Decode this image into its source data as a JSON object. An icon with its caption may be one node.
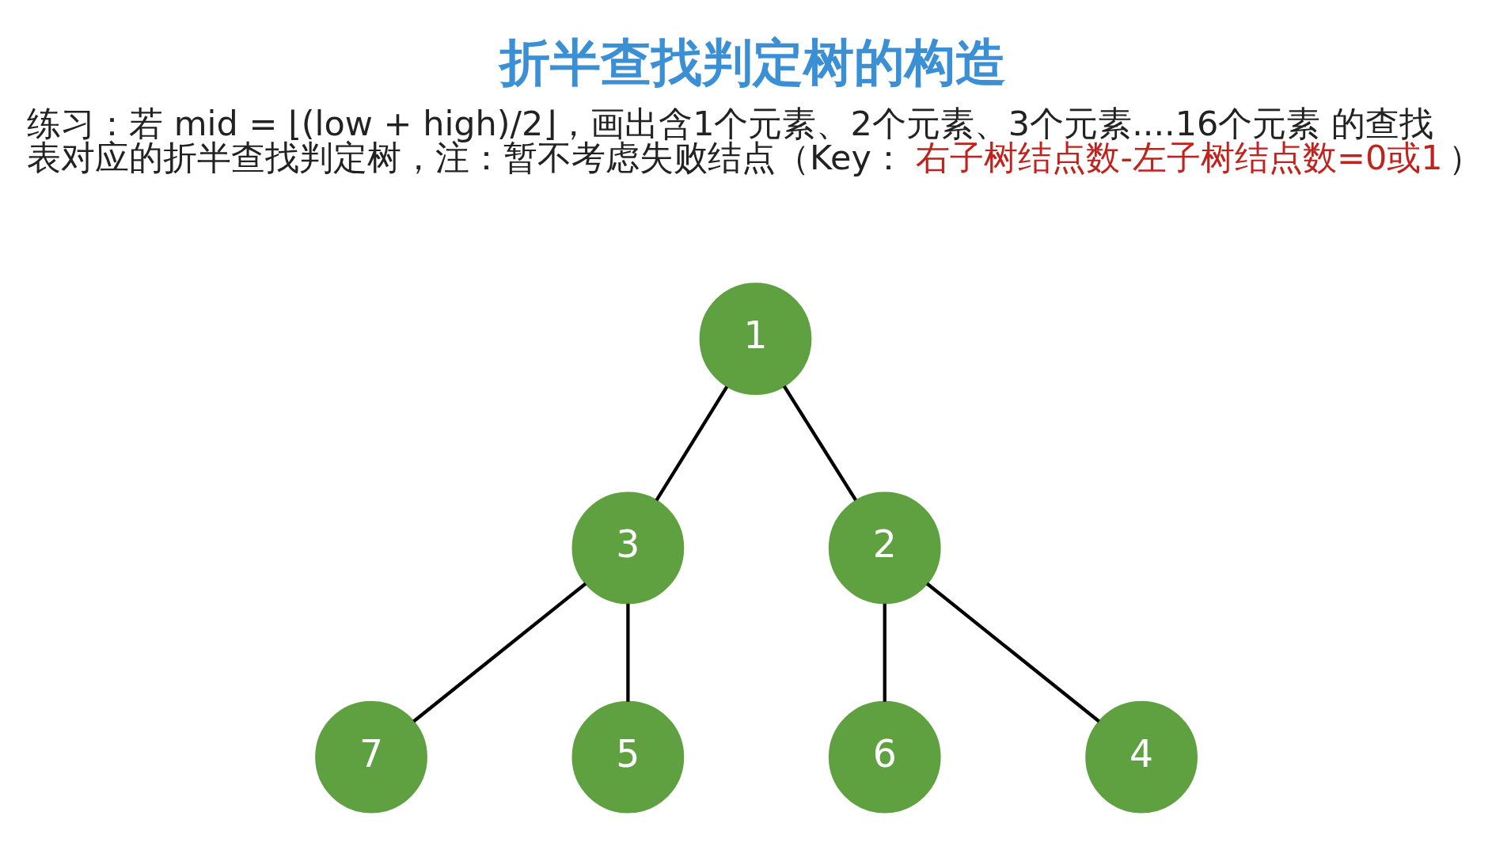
{
  "diagram": {
    "title": "折半查找判定树的构造",
    "nodes": [
      {
        "text": [
          "1"
        ]
      },
      {
        "text": [
          "3"
        ]
      },
      {
        "text": [
          "2"
        ]
      },
      {
        "text": [
          "7"
        ]
      },
      {
        "text": [
          "5"
        ]
      },
      {
        "text": [
          "6"
        ]
      },
      {
        "text": [
          "4"
        ]
      }
    ],
    "edges": [
      {
        "from": 0,
        "to": 1,
        "arrow": "none"
      },
      {
        "from": 0,
        "to": 2,
        "arrow": "none"
      },
      {
        "from": 1,
        "to": 3,
        "arrow": "none"
      },
      {
        "from": 1,
        "to": 4,
        "arrow": "none"
      },
      {
        "from": 2,
        "to": 5,
        "arrow": "none"
      },
      {
        "from": 2,
        "to": 6,
        "arrow": "none"
      }
    ],
    "labels": [
      "练习：若 mid = ⌊(low + high)/2⌋，画出含1个元素、2个元素、3个元素....16个元素 的查找表对应的折半查找判定树，注：暂不考虑失败结点（Key：",
      "右子树结点数-左子树结点数=0或1",
      "）"
    ]
  }
}
